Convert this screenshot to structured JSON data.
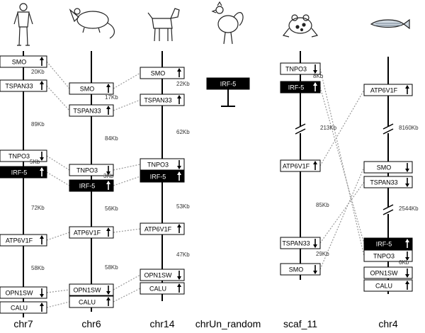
{
  "chromosomes": [
    {
      "name": "chr7",
      "species_icon": "human-icon",
      "genes": [
        {
          "label": "SMO",
          "arrow": "up",
          "highlight": false
        },
        {
          "label": "TSPAN33",
          "arrow": "up",
          "highlight": false
        },
        {
          "label": "TNPO3",
          "arrow": "down",
          "highlight": false
        },
        {
          "label": "IRF-5",
          "arrow": "up",
          "highlight": true
        },
        {
          "label": "ATP6V1F",
          "arrow": "up",
          "highlight": false
        },
        {
          "label": "OPN1SW",
          "arrow": "down",
          "highlight": false
        },
        {
          "label": "CALU",
          "arrow": "up",
          "highlight": false
        }
      ],
      "distances": [
        "20Kb",
        "89Kb",
        "5Kb",
        "72Kb",
        "58Kb"
      ]
    },
    {
      "name": "chr6",
      "species_icon": "mouse-icon",
      "genes": [
        {
          "label": "SMO",
          "arrow": "up",
          "highlight": false
        },
        {
          "label": "TSPAN33",
          "arrow": "up",
          "highlight": false
        },
        {
          "label": "TNPO3",
          "arrow": "down",
          "highlight": false
        },
        {
          "label": "IRF-5",
          "arrow": "up",
          "highlight": true
        },
        {
          "label": "ATP6V1F",
          "arrow": "up",
          "highlight": false
        },
        {
          "label": "OPN1SW",
          "arrow": "down",
          "highlight": false
        },
        {
          "label": "CALU",
          "arrow": "up",
          "highlight": false
        }
      ],
      "distances": [
        "17Kb",
        "84Kb",
        "3Kb",
        "56Kb",
        "58Kb"
      ]
    },
    {
      "name": "chr14",
      "species_icon": "dog-icon",
      "genes": [
        {
          "label": "SMO",
          "arrow": "up",
          "highlight": false
        },
        {
          "label": "TSPAN33",
          "arrow": "up",
          "highlight": false
        },
        {
          "label": "TNPO3",
          "arrow": "down",
          "highlight": false
        },
        {
          "label": "IRF-5",
          "arrow": "up",
          "highlight": true
        },
        {
          "label": "ATP6V1F",
          "arrow": "up",
          "highlight": false
        },
        {
          "label": "OPN1SW",
          "arrow": "down",
          "highlight": false
        },
        {
          "label": "CALU",
          "arrow": "up",
          "highlight": false
        }
      ],
      "distances": [
        "22Kb",
        "62Kb",
        "53Kb",
        "47Kb"
      ]
    },
    {
      "name": "chrUn_random",
      "species_icon": "chicken-icon",
      "genes": [
        {
          "label": "IRF-5",
          "arrow": "none",
          "highlight": true
        }
      ],
      "distances": []
    },
    {
      "name": "scaf_11",
      "species_icon": "frog-icon",
      "genes": [
        {
          "label": "TNPO3",
          "arrow": "down",
          "highlight": false
        },
        {
          "label": "IRF-5",
          "arrow": "up",
          "highlight": true
        },
        {
          "label": "ATP6V1F",
          "arrow": "up",
          "highlight": false
        },
        {
          "label": "TSPAN33",
          "arrow": "down",
          "highlight": false
        },
        {
          "label": "SMO",
          "arrow": "down",
          "highlight": false
        }
      ],
      "distances": [
        "8Kb",
        "213Kb",
        "85Kb",
        "29Kb"
      ]
    },
    {
      "name": "chr4",
      "species_icon": "zebrafish-icon",
      "genes": [
        {
          "label": "ATP6V1F",
          "arrow": "up",
          "highlight": false
        },
        {
          "label": "SMO",
          "arrow": "down",
          "highlight": false
        },
        {
          "label": "TSPAN33",
          "arrow": "down",
          "highlight": false
        },
        {
          "label": "IRF-5",
          "arrow": "up",
          "highlight": true
        },
        {
          "label": "TNPO3",
          "arrow": "down",
          "highlight": false
        },
        {
          "label": "OPN1SW",
          "arrow": "down",
          "highlight": false
        },
        {
          "label": "CALU",
          "arrow": "up",
          "highlight": false
        }
      ],
      "distances": [
        "8160Kb",
        "2544Kb",
        "6Kb"
      ]
    }
  ],
  "colors": {
    "line": "#000000",
    "box_fill": "#ffffff",
    "highlight_fill": "#000000",
    "highlight_text": "#ffffff",
    "connector": "#9a9a9a",
    "distance_text": "#333333"
  }
}
